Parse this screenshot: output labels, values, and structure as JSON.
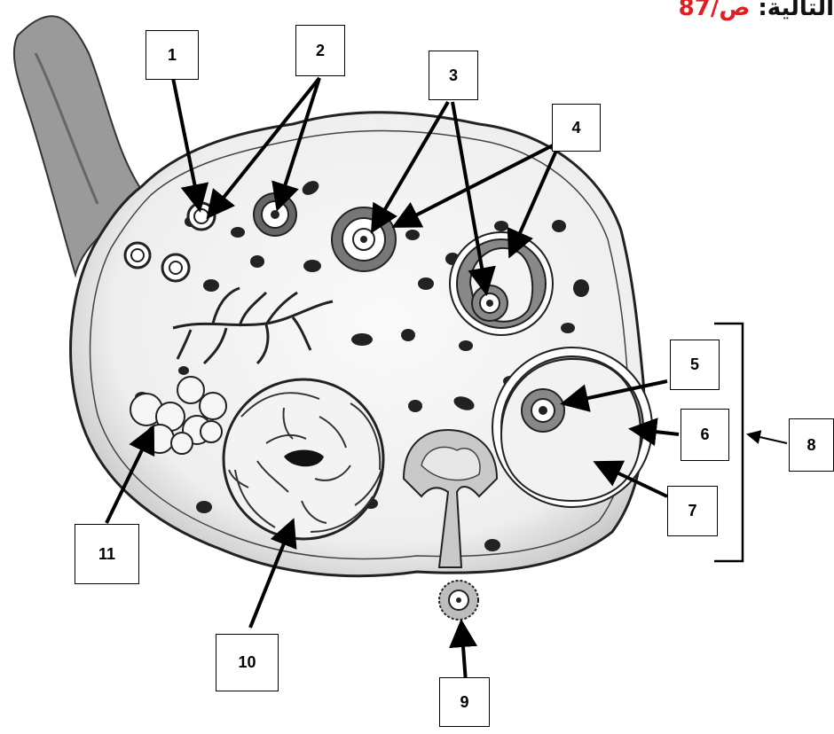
{
  "header": {
    "text": "التالية: ",
    "ref": "ص/87"
  },
  "labels": {
    "l1": "1",
    "l2": "2",
    "l3": "3",
    "l4": "4",
    "l5": "5",
    "l6": "6",
    "l7": "7",
    "l8": "8",
    "l9": "9",
    "l10": "10",
    "l11": "11"
  }
}
